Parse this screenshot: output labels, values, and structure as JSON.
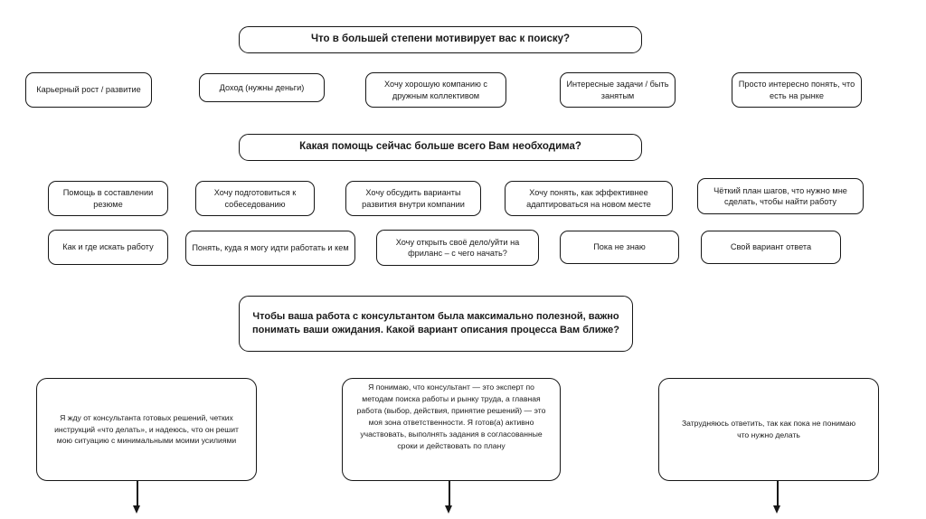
{
  "diagram": {
    "title_semantic": "career-consultation-questionnaire-flowchart",
    "colors": {
      "stroke": "#161616",
      "background": "#ffffff",
      "text": "#1a1a1a"
    },
    "sections": [
      {
        "id": "q1",
        "question": "Что в большей степени мотивирует вас к поиску?",
        "options": [
          "Карьерный рост / развитие",
          "Доход (нужны деньги)",
          "Хочу хорошую компанию с дружным коллективом",
          "Интересные задачи / быть занятым",
          "Просто интересно понять, что есть на рынке"
        ]
      },
      {
        "id": "q2",
        "question": "Какая помощь сейчас больше всего Вам необходима?",
        "options": [
          "Помощь в составлении резюме",
          "Хочу подготовиться к собеседованию",
          "Хочу обсудить варианты развития внутри компании",
          "Хочу понять, как эффективнее адаптироваться на новом месте",
          "Чёткий план шагов, что нужно мне сделать, чтобы найти работу",
          "Как и где искать работу",
          "Понять, куда я могу идти работать и кем",
          "Хочу открыть своё дело/уйти на фриланс – с чего начать?",
          "Пока не знаю",
          "Свой вариант ответа"
        ]
      },
      {
        "id": "q3",
        "question": "Чтобы ваша работа с консультантом была максимально полезной, важно понимать ваши ожидания. Какой вариант описания процесса Вам ближе?",
        "options": [
          "Я жду от консультанта готовых решений, четких инструкций «что делать», и надеюсь, что он решит мою ситуацию с минимальными моими усилиями",
          "Я понимаю, что консультант — это эксперт по методам поиска работы и рынку труда, а главная работа (выбор, действия, принятие решений) — это моя зона ответственности. Я готов(а) активно участвовать, выполнять задания в согласованные сроки и действовать по плану",
          "Затрудняюсь ответить, так как пока не понимаю что нужно делать"
        ]
      }
    ],
    "arrows": [
      {
        "name": "arrow-down-option-1"
      },
      {
        "name": "arrow-down-option-2"
      },
      {
        "name": "arrow-down-option-3"
      }
    ]
  }
}
